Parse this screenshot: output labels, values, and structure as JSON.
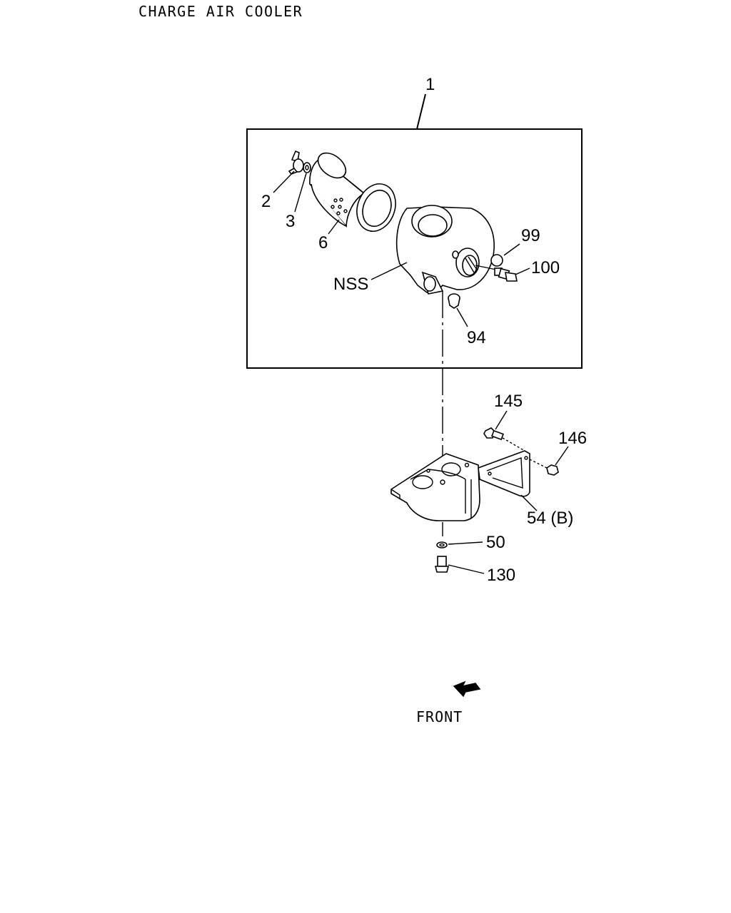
{
  "title": "CHARGE AIR COOLER",
  "callouts": {
    "c1": "1",
    "c2": "2",
    "c3": "3",
    "c6": "6",
    "c99": "99",
    "c100": "100",
    "nss": "NSS",
    "c94": "94",
    "c145": "145",
    "c146": "146",
    "c54b": "54 (B)",
    "c50": "50",
    "c130": "130"
  },
  "front_label": "FRONT",
  "icons": {
    "front_arrow": "arrow-left-down-icon"
  }
}
